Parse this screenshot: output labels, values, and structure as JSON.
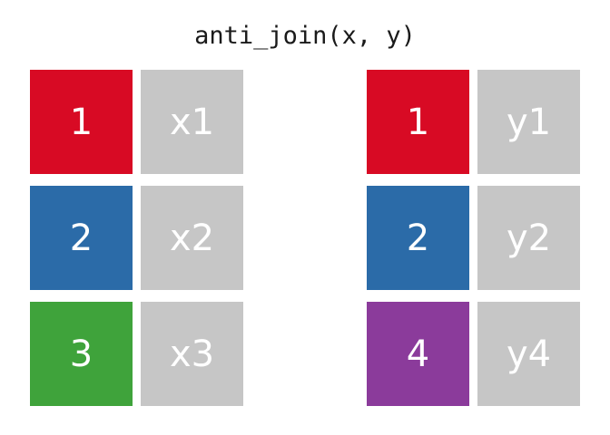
{
  "title": "anti_join(x, y)",
  "colors": {
    "red": "#d80a24",
    "blue": "#2b6ba8",
    "green": "#3fa33b",
    "purple": "#8b3b9b",
    "grey": "#c6c6c6",
    "label_text": "#ffffff",
    "title_text": "#1a1a1a",
    "background": "#ffffff"
  },
  "tables": [
    {
      "name": "x",
      "rows": [
        {
          "key": "1",
          "key_color": "#d80a24",
          "value": "x1",
          "value_color": "#c6c6c6"
        },
        {
          "key": "2",
          "key_color": "#2b6ba8",
          "value": "x2",
          "value_color": "#c6c6c6"
        },
        {
          "key": "3",
          "key_color": "#3fa33b",
          "value": "x3",
          "value_color": "#c6c6c6"
        }
      ]
    },
    {
      "name": "y",
      "rows": [
        {
          "key": "1",
          "key_color": "#d80a24",
          "value": "y1",
          "value_color": "#c6c6c6"
        },
        {
          "key": "2",
          "key_color": "#2b6ba8",
          "value": "y2",
          "value_color": "#c6c6c6"
        },
        {
          "key": "4",
          "key_color": "#8b3b9b",
          "value": "y4",
          "value_color": "#c6c6c6"
        }
      ]
    }
  ]
}
